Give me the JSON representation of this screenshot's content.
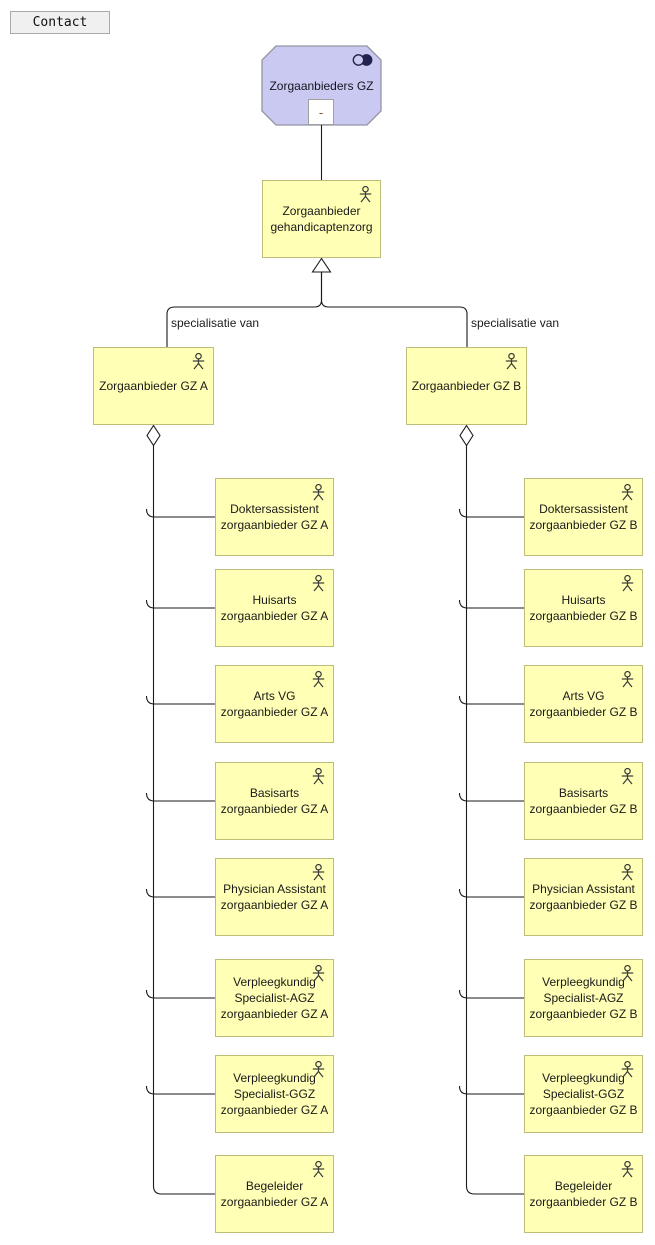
{
  "toolbar": {
    "contact_label": "Contact"
  },
  "root": {
    "label": "Zorgaanbieders GZ",
    "collapse_indicator": "-",
    "icon": "collaboration-icon"
  },
  "parent": {
    "label": "Zorgaanbieder gehandicaptenzorg"
  },
  "relations": {
    "left_label": "specialisatie van",
    "right_label": "specialisatie van"
  },
  "colors": {
    "node_fill": "#ffffb5",
    "node_border": "#bdbd7a",
    "root_fill": "#c9c9f1",
    "root_border": "#9494a4",
    "line": "#1a1a1a"
  },
  "groups": [
    {
      "label": "Zorgaanbieder GZ A",
      "children": [
        {
          "role": "Doktersassistent",
          "sub": "zorgaanbieder GZ A"
        },
        {
          "role": "Huisarts",
          "sub": "zorgaanbieder GZ A"
        },
        {
          "role": "Arts VG",
          "sub": "zorgaanbieder GZ A"
        },
        {
          "role": "Basisarts",
          "sub": "zorgaanbieder GZ A"
        },
        {
          "role": "Physician Assistant",
          "sub": "zorgaanbieder GZ A"
        },
        {
          "role": "Verpleegkundig Specialist-AGZ",
          "sub": "zorgaanbieder GZ A"
        },
        {
          "role": "Verpleegkundig Specialist-GGZ",
          "sub": "zorgaanbieder GZ A"
        },
        {
          "role": "Begeleider",
          "sub": "zorgaanbieder GZ A"
        }
      ]
    },
    {
      "label": "Zorgaanbieder GZ B",
      "children": [
        {
          "role": "Doktersassistent",
          "sub": "zorgaanbieder GZ B"
        },
        {
          "role": "Huisarts",
          "sub": "zorgaanbieder GZ B"
        },
        {
          "role": "Arts VG",
          "sub": "zorgaanbieder GZ B"
        },
        {
          "role": "Basisarts",
          "sub": "zorgaanbieder GZ B"
        },
        {
          "role": "Physician Assistant",
          "sub": "zorgaanbieder GZ B"
        },
        {
          "role": "Verpleegkundig Specialist-AGZ",
          "sub": "zorgaanbieder GZ B"
        },
        {
          "role": "Verpleegkundig Specialist-GGZ",
          "sub": "zorgaanbieder GZ B"
        },
        {
          "role": "Begeleider",
          "sub": "zorgaanbieder GZ B"
        }
      ]
    }
  ]
}
